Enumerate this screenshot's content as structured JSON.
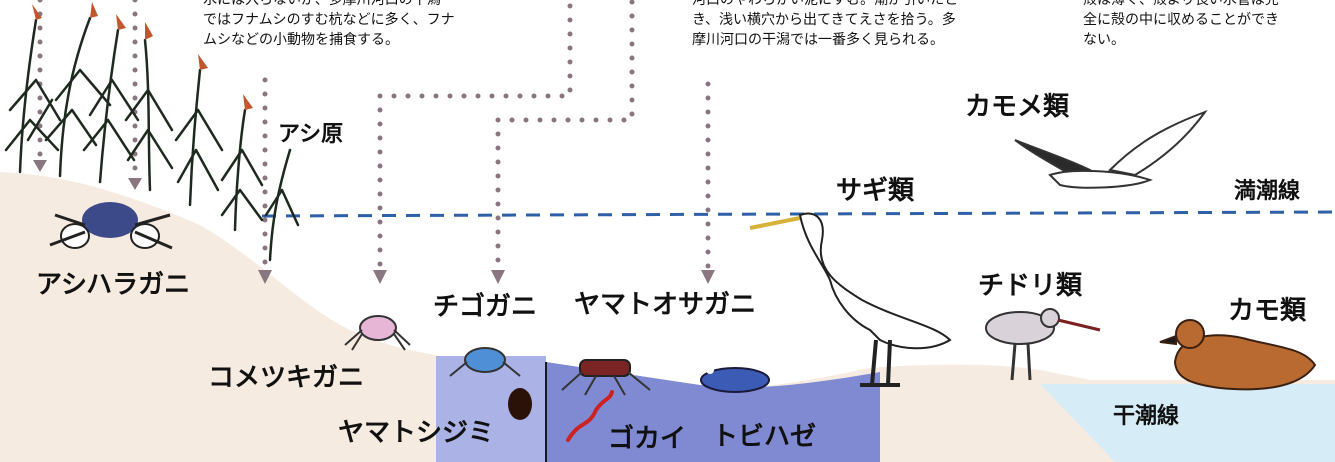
{
  "descriptions": {
    "left": "水には入らないが、多摩川河口の干潟\nではフナムシのすむ杭などに多く、フナ\nムシなどの小動物を捕食する。",
    "center": "河口のやわらかい泥にすむ。潮が引いたと\nき、浅い横穴から出てきてえさを拾う。多\n摩川河口の干潟では一番多く見られる。",
    "right": "殻は薄く、殻より長い水管は完\n全に殻の中に収めることができ\nない。"
  },
  "labels": {
    "reed_bed": "アシ原",
    "ashihara_crab": "アシハラガニ",
    "kometsuki_crab": "コメツキガニ",
    "chigo_crab": "チゴガニ",
    "yamato_osa_crab": "ヤマトオサガニ",
    "yamato_clam": "ヤマトシジミ",
    "ragworm": "ゴカイ",
    "mudskipper": "トビハゼ",
    "egret": "サギ類",
    "gull": "カモメ類",
    "plover": "チドリ類",
    "duck": "カモ類",
    "high_tide_line": "満潮線",
    "low_tide_line": "干潮線"
  },
  "colors": {
    "sand": "#f6ebe0",
    "mud_panel": "#aab2e6",
    "mud_panel_dark": "#7f8ad2",
    "water": "#d6ecf7",
    "tide_line": "#2f5fa6",
    "pointer_dots": "#8a7680",
    "reed": "#1e2a1e",
    "reed_tip": "#c2562e"
  }
}
